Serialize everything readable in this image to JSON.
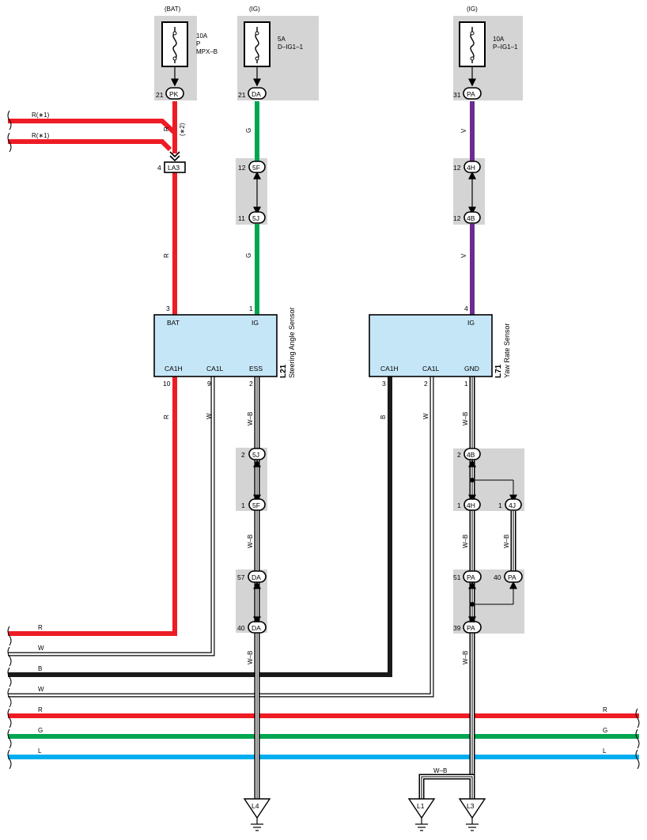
{
  "colors": {
    "R": "#ee1c25",
    "G": "#00a651",
    "V": "#6a2c91",
    "B": "#1a1a1a",
    "L": "#00aeef",
    "W": "#ffffff",
    "WB": "#ffffff",
    "component_fill": "#c5e6f7",
    "gray_area": "#d4d4d4"
  },
  "fuses": [
    {
      "id": "fuse-bat",
      "source": "(BAT)",
      "rating": "10A",
      "name_lines": [
        "P",
        "MPX–B"
      ],
      "pin": "21",
      "connector": "PK"
    },
    {
      "id": "fuse-ig-1",
      "source": "(IG)",
      "rating": "5A",
      "name_lines": [
        "D–IG1–1"
      ],
      "pin": "21",
      "connector": "DA"
    },
    {
      "id": "fuse-ig-2",
      "source": "(IG)",
      "rating": "10A",
      "name_lines": [
        "P–IG1–1"
      ],
      "pin": "31",
      "connector": "PA"
    }
  ],
  "junctions": {
    "la3": {
      "pin": "4",
      "label": "LA3"
    },
    "j_5f_top": {
      "pin": "12",
      "label": "5F"
    },
    "j_5j_top": {
      "pin": "11",
      "label": "5J"
    },
    "j_4h_top": {
      "pin": "12",
      "label": "4H"
    },
    "j_4b_top": {
      "pin": "12",
      "label": "4B"
    },
    "j_5j_bot": {
      "pin": "2",
      "label": "5J"
    },
    "j_5f_bot": {
      "pin": "1",
      "label": "5F"
    },
    "j_da57": {
      "pin": "57",
      "label": "DA"
    },
    "j_da40": {
      "pin": "40",
      "label": "DA"
    },
    "j_4b_bot": {
      "pin": "2",
      "label": "4B"
    },
    "j_4h_bot": {
      "pin": "1",
      "label": "4H"
    },
    "j_4j": {
      "pin": "1",
      "label": "4J"
    },
    "j_pa51": {
      "pin": "51",
      "label": "PA"
    },
    "j_pa40": {
      "pin": "40",
      "label": "PA"
    },
    "j_pa39": {
      "pin": "39",
      "label": "PA"
    }
  },
  "components": {
    "steering": {
      "code": "L21",
      "name": "Steering Angle Sensor",
      "terminals": {
        "bat": "BAT",
        "ig": "IG",
        "ca1h": "CA1H",
        "ca1l": "CA1L",
        "ess": "ESS"
      },
      "pins": {
        "bat": "3",
        "ig": "1",
        "ca1h": "10",
        "ca1l": "9",
        "ess": "2"
      }
    },
    "yaw": {
      "code": "L71",
      "name": "Yaw Rate Sensor",
      "terminals": {
        "ig": "IG",
        "ca1h": "CA1H",
        "ca1l": "CA1L",
        "gnd": "GND"
      },
      "pins": {
        "ig": "4",
        "ca1h": "3",
        "ca1l": "2",
        "gnd": "1"
      }
    }
  },
  "wire_labels": {
    "left_r1": "R(∗1)",
    "left_r2": "R(∗1)",
    "r_vert": "R",
    "note_2": "(∗2)",
    "g_1": "G",
    "g_2": "G",
    "v_1": "V",
    "v_2": "V",
    "r_mid": "R",
    "r_low": "R",
    "w_ca1l": "W",
    "wb_ess": "W–B",
    "b_yaw": "B",
    "w_yaw": "W",
    "wb_gnd": "W–B",
    "wb_s1": "W–B",
    "wb_s2": "W–B",
    "wb_y1": "W–B",
    "wb_y2": "W–B",
    "wb_y3": "W–B",
    "wb_l1": "W–B"
  },
  "bus_labels": {
    "r1": "R",
    "w1": "W",
    "b": "B",
    "w2": "W",
    "r2_left": "R",
    "r2_right": "R",
    "g_left": "G",
    "g_right": "G",
    "l_left": "L",
    "l_right": "L"
  },
  "grounds": [
    {
      "id": "ground-l4",
      "label": "L4"
    },
    {
      "id": "ground-l1",
      "label": "L1"
    },
    {
      "id": "ground-l3",
      "label": "L3"
    }
  ]
}
